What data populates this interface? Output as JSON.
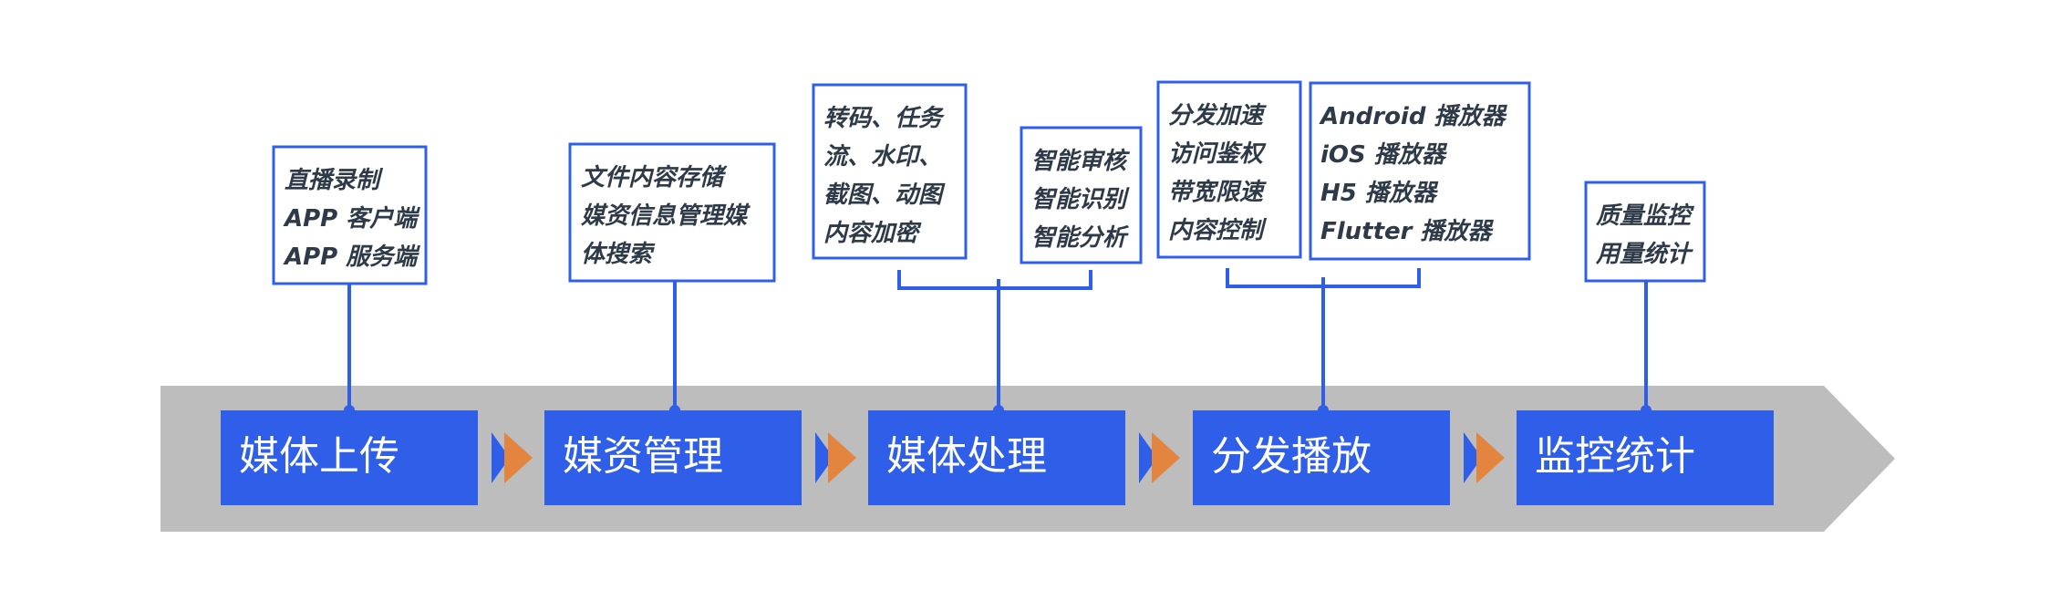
{
  "colors": {
    "band": "#bdbdbd",
    "stage": "#2f5fe8",
    "line": "#2f5fe8",
    "note_border": "#2f5fe8",
    "note_text": "#2f3a48",
    "chevron_blue": "#2f5fe8",
    "chevron_orange": "#e4853f"
  },
  "stages": [
    {
      "id": "upload",
      "label": "媒体上传"
    },
    {
      "id": "asset",
      "label": "媒资管理"
    },
    {
      "id": "process",
      "label": "媒体处理"
    },
    {
      "id": "distribute",
      "label": "分发播放"
    },
    {
      "id": "monitor",
      "label": "监控统计"
    }
  ],
  "notes": {
    "upload": [
      "直播录制",
      "APP 客户端",
      "APP 服务端"
    ],
    "asset": [
      "文件内容存储",
      "媒资信息管理媒",
      "体搜索"
    ],
    "process_transcode": [
      "转码、任务",
      "流、水印、",
      "截图、动图",
      "内容加密"
    ],
    "process_ai": [
      "智能审核",
      "智能识别",
      "智能分析"
    ],
    "distribute_cdn": [
      "分发加速",
      "访问鉴权",
      "带宽限速",
      "内容控制"
    ],
    "distribute_players": [
      "Android 播放器",
      "iOS 播放器",
      "H5 播放器",
      "Flutter 播放器"
    ],
    "monitor": [
      "质量监控",
      "用量统计"
    ]
  }
}
